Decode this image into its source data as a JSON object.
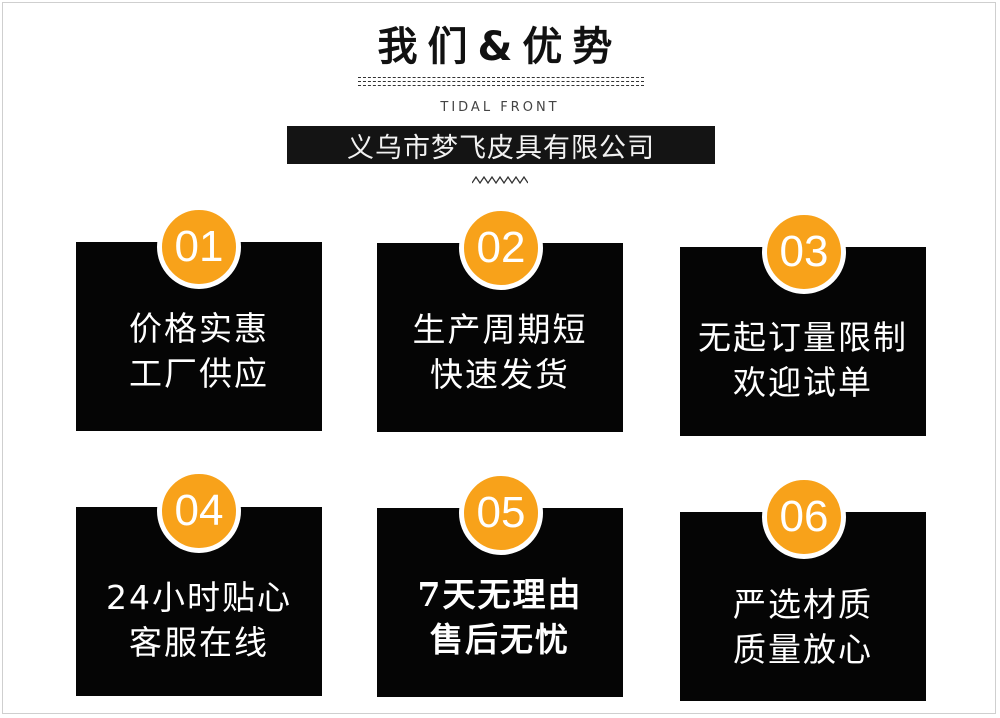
{
  "header": {
    "title": "我们&优势",
    "subtitle": "TIDAL FRONT",
    "company": "义乌市梦飞皮具有限公司"
  },
  "cards": [
    {
      "number": "01",
      "line1": "价格实惠",
      "line2": "工厂供应"
    },
    {
      "number": "02",
      "line1": "生产周期短",
      "line2": "快速发货"
    },
    {
      "number": "03",
      "line1": "无起订量限制",
      "line2": "欢迎试单"
    },
    {
      "number": "04",
      "line1": "24小时贴心",
      "line2": "客服在线"
    },
    {
      "number": "05",
      "line1": "7天无理由",
      "line2": "售后无忧"
    },
    {
      "number": "06",
      "line1": "严选材质",
      "line2": "质量放心"
    }
  ],
  "colors": {
    "badge": "#f8a21a",
    "card": "#050505",
    "text": "#111111"
  }
}
